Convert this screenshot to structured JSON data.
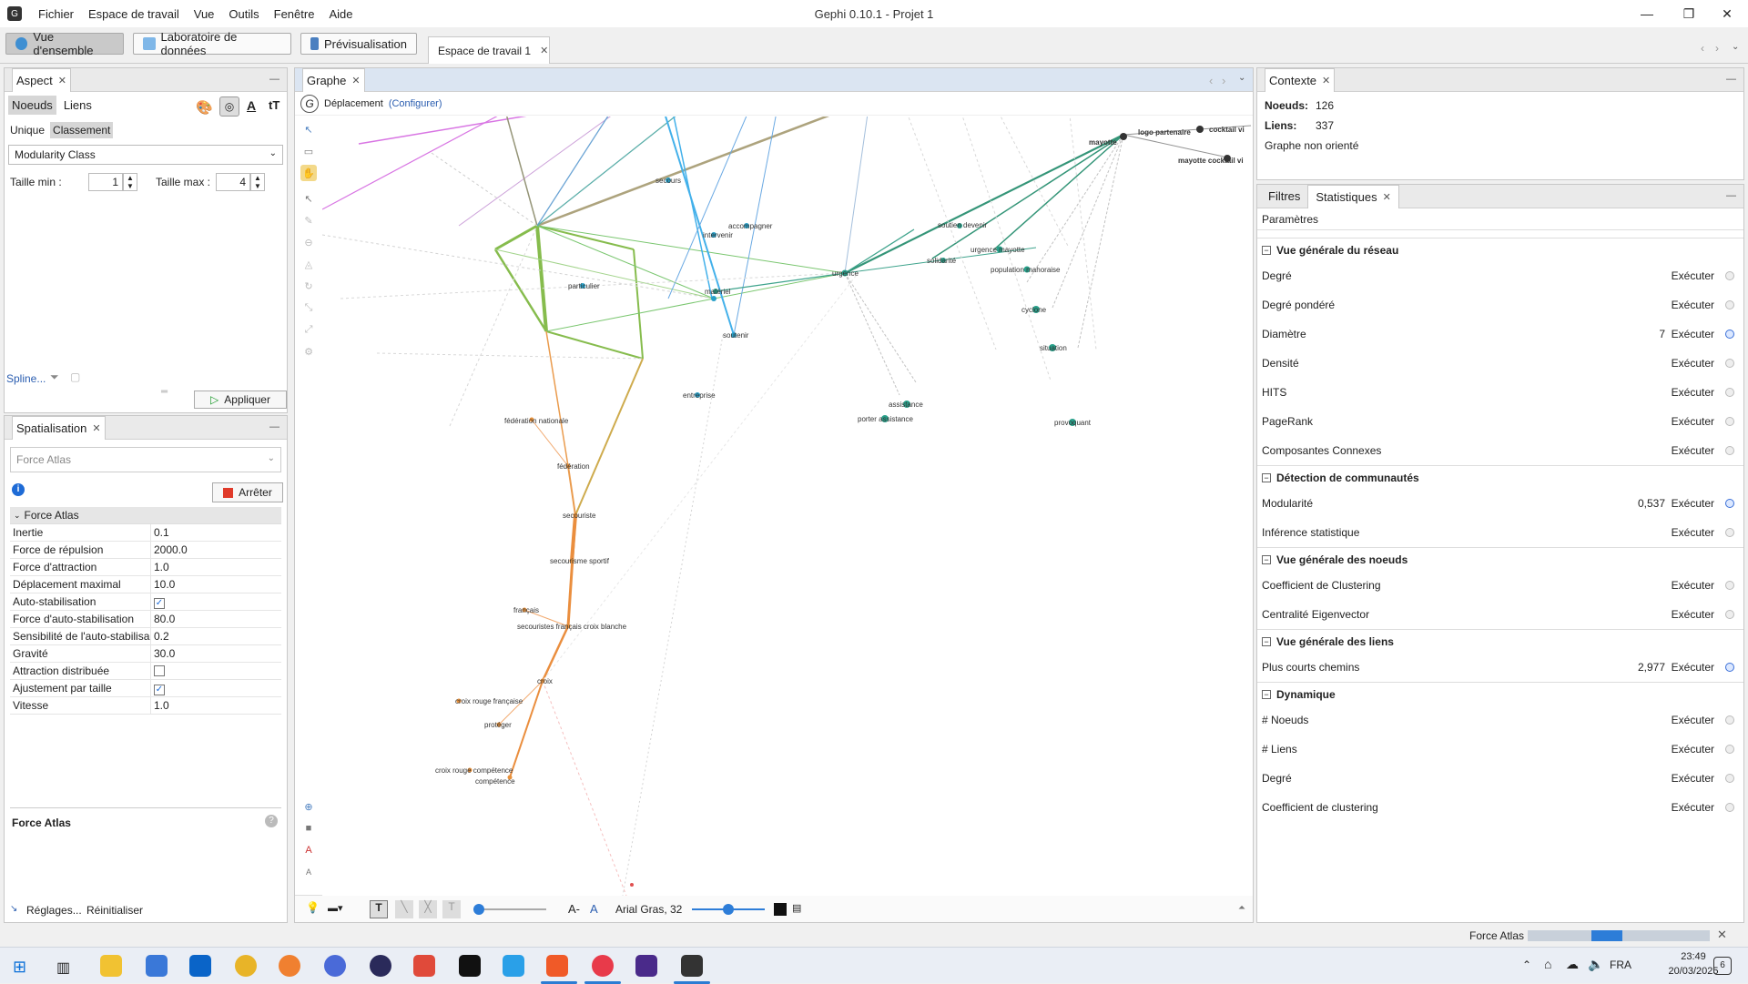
{
  "window": {
    "title": "Gephi 0.10.1 - Projet 1"
  },
  "menu": [
    "Fichier",
    "Espace de travail",
    "Vue",
    "Outils",
    "Fenêtre",
    "Aide"
  ],
  "workspace_bar": {
    "buttons": [
      "Vue d'ensemble",
      "Laboratoire de données",
      "Prévisualisation"
    ],
    "tab": "Espace de travail 1"
  },
  "aspect": {
    "title": "Aspect",
    "tabs": [
      "Noeuds",
      "Liens"
    ],
    "subtabs": [
      "Unique",
      "Classement"
    ],
    "attribute": "Modularity Class",
    "size_min_label": "Taille min :",
    "size_min": "1",
    "size_max_label": "Taille max :",
    "size_max": "4",
    "spline": "Spline...",
    "apply": "Appliquer"
  },
  "spatialisation": {
    "title": "Spatialisation",
    "algorithm": "Force Atlas",
    "stop": "Arrêter",
    "section": "Force Atlas",
    "props": [
      {
        "k": "Inertie",
        "v": "0.1"
      },
      {
        "k": "Force de répulsion",
        "v": "2000.0"
      },
      {
        "k": "Force d'attraction",
        "v": "1.0"
      },
      {
        "k": "Déplacement maximal",
        "v": "10.0"
      },
      {
        "k": "Auto-stabilisation",
        "v": "✓"
      },
      {
        "k": "Force d'auto-stabilisation",
        "v": "80.0"
      },
      {
        "k": "Sensibilité de l'auto-stabilisa",
        "v": "0.2"
      },
      {
        "k": "Gravité",
        "v": "30.0"
      },
      {
        "k": "Attraction distribuée",
        "v": ""
      },
      {
        "k": "Ajustement par taille",
        "v": "✓"
      },
      {
        "k": "Vitesse",
        "v": "1.0"
      }
    ],
    "desc_title": "Force Atlas",
    "settings": "Réglages...",
    "reset": "Réinitialiser"
  },
  "graph": {
    "tab": "Graphe",
    "tool": "Déplacement",
    "configure": "(Configurer)",
    "font": "Arial Gras, 32",
    "labels": [
      {
        "t": "mayotte",
        "c": "#333"
      },
      {
        "t": "logo partenaire",
        "c": "#333"
      },
      {
        "t": "mayotte cocktail vi",
        "c": "#333"
      },
      {
        "t": "cocktail vi",
        "c": "#333"
      },
      {
        "t": "urgence",
        "c": "#333"
      },
      {
        "t": "soutien devenir",
        "c": "#333"
      },
      {
        "t": "solidarité",
        "c": "#333"
      },
      {
        "t": "urgence mayotte",
        "c": "#333"
      },
      {
        "t": "population mahoraise",
        "c": "#333"
      },
      {
        "t": "cyclone",
        "c": "#333"
      },
      {
        "t": "situation",
        "c": "#333"
      },
      {
        "t": "assistance",
        "c": "#333"
      },
      {
        "t": "porter assistance",
        "c": "#333"
      },
      {
        "t": "provoquant",
        "c": "#333"
      },
      {
        "t": "accompagner",
        "c": "#333"
      },
      {
        "t": "intervenir",
        "c": "#333"
      },
      {
        "t": "matériel",
        "c": "#333"
      },
      {
        "t": "soutenir",
        "c": "#333"
      },
      {
        "t": "entreprise",
        "c": "#333"
      },
      {
        "t": "particulier",
        "c": "#333"
      },
      {
        "t": "secours",
        "c": "#333"
      },
      {
        "t": "fédération nationale",
        "c": "#333"
      },
      {
        "t": "fédération",
        "c": "#333"
      },
      {
        "t": "secouriste",
        "c": "#333"
      },
      {
        "t": "secourisme sportif",
        "c": "#333"
      },
      {
        "t": "français",
        "c": "#333"
      },
      {
        "t": "secouristes français croix blanche",
        "c": "#333"
      },
      {
        "t": "croix",
        "c": "#333"
      },
      {
        "t": "croix rouge française",
        "c": "#333"
      },
      {
        "t": "protéger",
        "c": "#333"
      },
      {
        "t": "croix rouge compétence",
        "c": "#333"
      },
      {
        "t": "compétence",
        "c": "#333"
      }
    ]
  },
  "context": {
    "title": "Contexte",
    "nodes_label": "Noeuds:",
    "nodes": "126",
    "edges_label": "Liens:",
    "edges": "337",
    "graph_type": "Graphe non orienté"
  },
  "stats": {
    "tabs": [
      "Filtres",
      "Statistiques"
    ],
    "params": "Paramètres",
    "run": "Exécuter",
    "sections": [
      {
        "title": "Vue générale du réseau",
        "rows": [
          {
            "name": "Degré",
            "value": ""
          },
          {
            "name": "Degré pondéré",
            "value": ""
          },
          {
            "name": "Diamètre",
            "value": "7"
          },
          {
            "name": "Densité",
            "value": ""
          },
          {
            "name": "HITS",
            "value": ""
          },
          {
            "name": "PageRank",
            "value": ""
          },
          {
            "name": "Composantes Connexes",
            "value": ""
          }
        ]
      },
      {
        "title": "Détection de communautés",
        "rows": [
          {
            "name": "Modularité",
            "value": "0,537"
          },
          {
            "name": "Inférence statistique",
            "value": ""
          }
        ]
      },
      {
        "title": "Vue générale des noeuds",
        "rows": [
          {
            "name": "Coefficient de Clustering",
            "value": ""
          },
          {
            "name": "Centralité Eigenvector",
            "value": ""
          }
        ]
      },
      {
        "title": "Vue générale des liens",
        "rows": [
          {
            "name": "Plus courts chemins",
            "value": "2,977"
          }
        ]
      },
      {
        "title": "Dynamique",
        "rows": [
          {
            "name": "# Noeuds",
            "value": ""
          },
          {
            "name": "# Liens",
            "value": ""
          },
          {
            "name": "Degré",
            "value": ""
          },
          {
            "name": "Coefficient de clustering",
            "value": ""
          }
        ]
      }
    ]
  },
  "status": {
    "task": "Force Atlas",
    "progress": 0.35
  },
  "taskbar": {
    "lang": "FRA",
    "time": "23:49",
    "date": "20/03/2025",
    "notifications": "6"
  }
}
